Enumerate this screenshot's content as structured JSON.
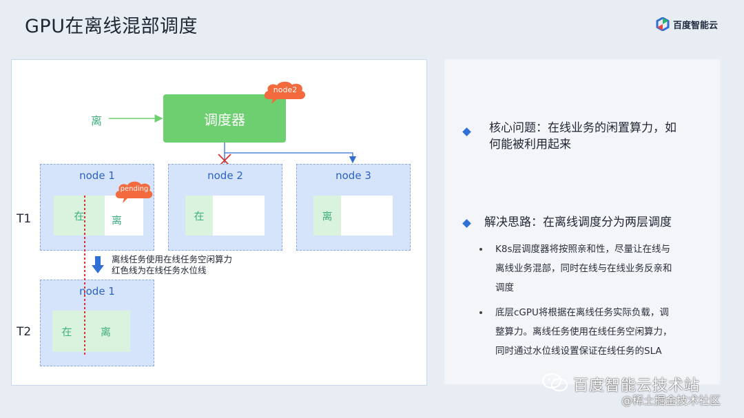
{
  "slide": {
    "title": "GPU在离线混部调度",
    "logo_text": "百度智能云"
  },
  "diagram": {
    "input_label": "离",
    "scheduler_label": "调度器",
    "scheduler_tag": "node2",
    "nodes": [
      {
        "title": "node 1",
        "online": "在",
        "offline": "离",
        "tag": "pending"
      },
      {
        "title": "node 2",
        "online": "在"
      },
      {
        "title": "node 3",
        "offline": "离"
      }
    ],
    "t1_label": "T1",
    "t2_label": "T2",
    "transition_note_line1": "离线任务使用在线任务空闲算力",
    "transition_note_line2": "红色线为在线任务水位线",
    "t2_node": {
      "title": "node 1",
      "online": "在",
      "offline": "离"
    },
    "colors": {
      "scheduler": "#6dcf6f",
      "node_bg": "#d6e4fb",
      "online_slot": "#d9f3df",
      "arrow": "#2f6fd6",
      "waterline": "#d9302c",
      "cloud_tag": "#f26a3d"
    }
  },
  "right_panel": {
    "core_issue": "核心问题：在线业务的闲置算力，如何能被利用起来",
    "core_issue_line1": "核心问题：在线业务的闲置算力，如",
    "core_issue_line2": "何能被利用起来",
    "solution": "解决思路：在离线调度分为两层调度",
    "points": [
      {
        "lines": [
          "K8s层调度器将按照亲和性，尽量让在线与",
          "离线业务混部，同时在线与在线业务反亲和",
          "调度"
        ]
      },
      {
        "lines": [
          "底层cGPU将根据在离线任务实际负载，调",
          "整算力。离线任务使用在线任务空闲算力，",
          "同时通过水位线设置保证在线任务的SLA"
        ]
      }
    ]
  },
  "watermark": {
    "main": "百度智能云技术站",
    "sub": "@稀土掘金技术社区"
  }
}
